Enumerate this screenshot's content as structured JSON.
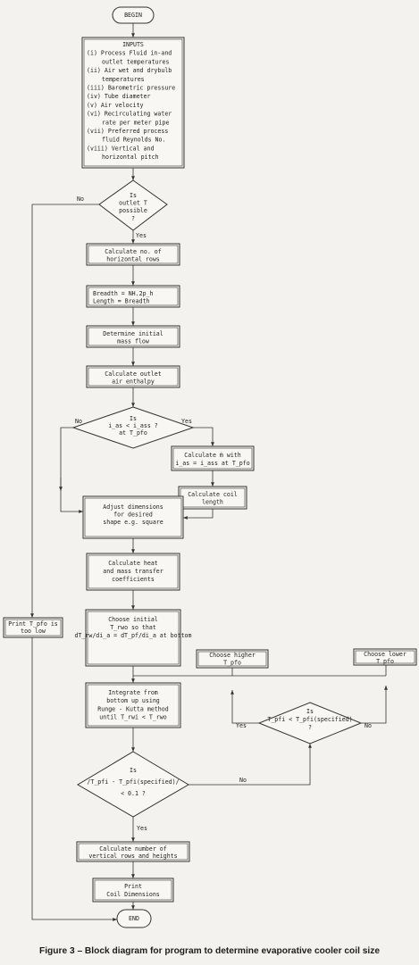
{
  "nodes": {
    "begin": [
      "BEGIN"
    ],
    "inputs": [
      "INPUTS",
      "(i) Process Fluid in-and",
      "outlet temperatures",
      "(ii) Air wet and drybulb",
      "temperatures",
      "(iii) Barometric pressure",
      "(iv) Tube diameter",
      "(v) Air velocity",
      "(vi) Recirculating water",
      "rate per meter pipe",
      "(vii) Preferred process",
      "fluid Reynolds No.",
      "(viii) Vertical and",
      "horizontal pitch"
    ],
    "outlet_possible": [
      "Is",
      "outlet T",
      "possible",
      "?"
    ],
    "calc_rows": [
      "Calculate no. of",
      "horizontal rows"
    ],
    "breadth": [
      "Breadth = NH.2p_h",
      "Length = Breadth"
    ],
    "init_mass": [
      "Determine initial",
      "mass flow"
    ],
    "outlet_enthalpy": [
      "Calculate outlet",
      "air enthalpy"
    ],
    "ias_check": [
      "Is",
      "i_as < i_ass ?",
      "at T_pfo"
    ],
    "calc_m": [
      "Calculate ṁ with",
      "i_as = i_ass at T_pfo"
    ],
    "coil_length": [
      "Calculate coil",
      "length"
    ],
    "adjust": [
      "Adjust dimensions",
      "for desired",
      "shape e.g. square"
    ],
    "heat_mass": [
      "Calculate heat",
      "and mass transfer",
      "coefficients"
    ],
    "choose_initial": [
      "Choose initial",
      "T_rwo so that",
      "dT_rw/di_a = dT_pf/di_a at bottom"
    ],
    "integrate": [
      "Integrate from",
      "bottom up using",
      "Runge - Kutta method",
      "until T_rwi < T_rwo"
    ],
    "choose_higher": [
      "Choose higher",
      "T_pfo"
    ],
    "choose_lower": [
      "Choose lower",
      "T_pfo"
    ],
    "tpfi_check": [
      "Is",
      "T_pfi < T_pfi(specified)",
      "?"
    ],
    "diff_check": [
      "Is",
      "/T_pfi - T_pfi(specified)/",
      "< 0.1 ?"
    ],
    "calc_vertical": [
      "Calculate number of",
      "vertical rows and heights"
    ],
    "print_coil": [
      "Print",
      "Coil Dimensions"
    ],
    "print_low": [
      "Print T_pfo is",
      "too low"
    ],
    "end": [
      "END"
    ]
  },
  "edge_labels": {
    "outlet_no": "No",
    "outlet_yes": "Yes",
    "ias_no": "No",
    "ias_yes": "Yes",
    "tpfi_yes": "Yes",
    "tpfi_no": "No",
    "diff_no": "No",
    "diff_yes": "Yes"
  },
  "caption": "Figure 3 – Block diagram for program to determine evaporative cooler coil size"
}
